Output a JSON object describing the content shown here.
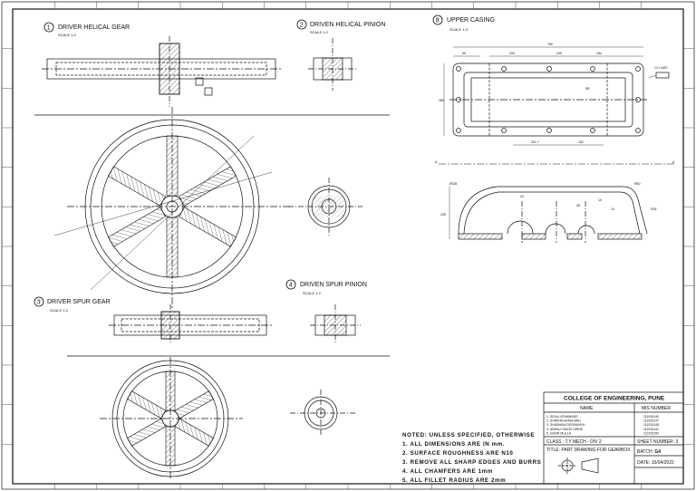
{
  "views": {
    "v1": {
      "num": "1",
      "title": "DRIVER HELICAL GEAR",
      "scale": "SCALE 1:2"
    },
    "v2": {
      "num": "2",
      "title": "DRIVEN HELICAL PINION",
      "scale": "SCALE 1:2"
    },
    "v3": {
      "num": "3",
      "title": "DRIVER SPUR GEAR",
      "scale": "SCALE 1:2"
    },
    "v4": {
      "num": "4",
      "title": "DRIVEN SPUR PINION",
      "scale": "SCALE 1:2"
    },
    "v8": {
      "num": "8",
      "title": "UPPER CASING",
      "scale": "SCALE 1:4"
    }
  },
  "dimensions": {
    "casing_top": [
      "780",
      "50",
      "200",
      "200",
      "184"
    ],
    "casing_bottom": [
      "201.7",
      "162"
    ],
    "casing_side": "280",
    "casing_radius": "R8",
    "casing_holes": "12 x M20",
    "section_marks": [
      "A",
      "A"
    ],
    "section_dims": [
      "R305",
      "R60",
      "R35",
      "24",
      "35",
      "14",
      "10",
      "235"
    ]
  },
  "notes": [
    "NOTED: UNLESS SPECIFIED, OTHERWISE",
    "1. ALL DIMENSIONS ARE IN mm.",
    "2. SURFACE ROUGHNESS ARE N10",
    "3. REMOVE ALL SHARP EDGES AND BURRS",
    "4. ALL CHAMFERS ARE 1mm",
    "5. ALL FILLET RADIUS ARE 2mm"
  ],
  "title_block": {
    "college": "COLLEGE OF ENGINEERING, PUNE",
    "col_name": "NAME",
    "col_mis": "MIS NUMBER",
    "members": [
      {
        "no": "1.",
        "name": "SEJAL ATHAWADE",
        "mis": "111915140"
      },
      {
        "no": "2.",
        "name": "SHRIKRUSHNA MALI",
        "mis": "111915147"
      },
      {
        "no": "3.",
        "name": "SHUBHAM DESHMUKH",
        "mis": "111915148"
      },
      {
        "no": "4.",
        "name": "ANIRAJ VINOD HIRNE",
        "mis": "111915141"
      },
      {
        "no": "5.",
        "name": "UZAIR MULLA",
        "mis": "111915150"
      }
    ],
    "class": "CLASS : T.Y MECH - DIV 2",
    "sheet": "SHEET NUMBER: 3",
    "title": "TITLE: PART DRAWING FOR GEARBOX",
    "batch_label": "BATCH:",
    "batch_value": "G4",
    "date": "DATE: 15/04/2022"
  }
}
